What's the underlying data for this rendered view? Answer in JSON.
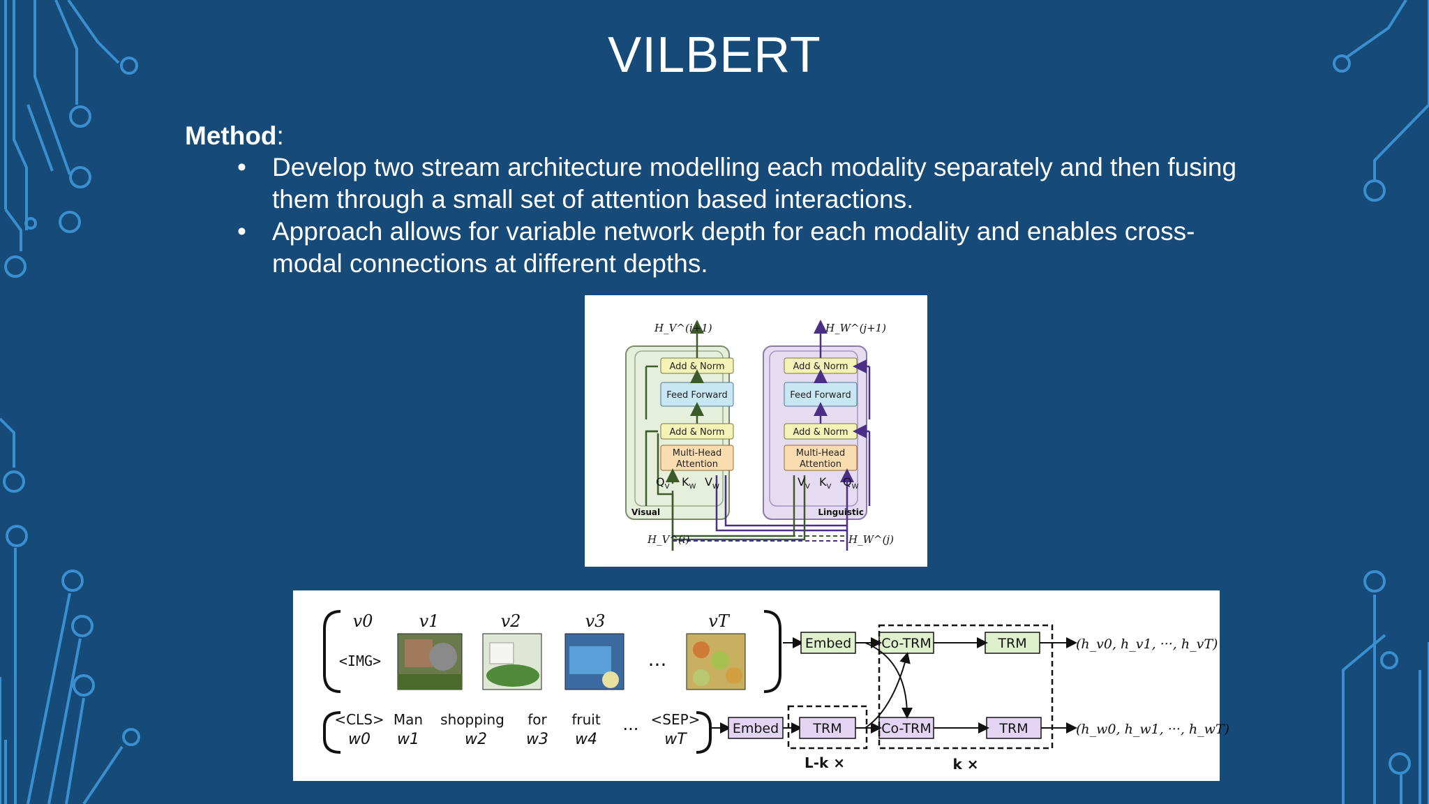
{
  "slide": {
    "title": "VILBERT",
    "method_label": "Method",
    "method_colon": ":",
    "bullets": [
      "Develop two stream architecture modelling each modality separately and then fusing them through a small set of attention based interactions.",
      "Approach allows for variable network depth for each modality and enables cross-modal connections at different depths."
    ]
  },
  "colors": {
    "background": "#164a78",
    "circuit": "#3a8fd0",
    "visual_stream": "#e6efdc",
    "linguistic_stream": "#e6dcf2",
    "add_norm": "#f3f2b7",
    "feed_forward": "#c9e6f3",
    "attention": "#f9dcb0",
    "embed_trm": "#dff0cc",
    "trm_purple": "#e4d4f4"
  },
  "top_figure": {
    "visual": {
      "out_label": "H_V^(i+1)",
      "in_label": "H_V^(i)",
      "stream_label": "Visual",
      "add_norm_top": "Add & Norm",
      "feed_forward": "Feed Forward",
      "add_norm_bottom": "Add & Norm",
      "attention_line1": "Multi-Head",
      "attention_line2": "Attention",
      "q": "Q",
      "q_sub": "V",
      "k": "K",
      "k_sub": "W",
      "v": "V",
      "v_sub": "W"
    },
    "linguistic": {
      "out_label": "H_W^(j+1)",
      "in_label": "H_W^(j)",
      "stream_label": "Linguistic",
      "add_norm_top": "Add & Norm",
      "feed_forward": "Feed Forward",
      "add_norm_bottom": "Add & Norm",
      "attention_line1": "Multi-Head",
      "attention_line2": "Attention",
      "v": "V",
      "v_sub": "V",
      "k": "K",
      "k_sub": "V",
      "q": "Q",
      "q_sub": "W"
    }
  },
  "bottom_figure": {
    "visual_tokens": [
      "v0",
      "v1",
      "v2",
      "v3",
      "vT"
    ],
    "img_token": "<IMG>",
    "text_tokens": [
      "<CLS>",
      "Man",
      "shopping",
      "for",
      "fruit",
      "<SEP>"
    ],
    "text_subs": [
      "w0",
      "w1",
      "w2",
      "w3",
      "w4",
      "wT"
    ],
    "ellipsis": "...",
    "embed_visual": "Embed",
    "embed_text": "Embed",
    "co_trm_top": "Co-TRM",
    "co_trm_bottom": "Co-TRM",
    "trm_top": "TRM",
    "trm_text_first": "TRM",
    "trm_text_second": "TRM",
    "output_visual": "(h_v0, h_v1, ···, h_vT)",
    "output_text": "(h_w0, h_w1, ···, h_wT)",
    "repeat_text": "L-k ×",
    "repeat_co": "k ×"
  }
}
